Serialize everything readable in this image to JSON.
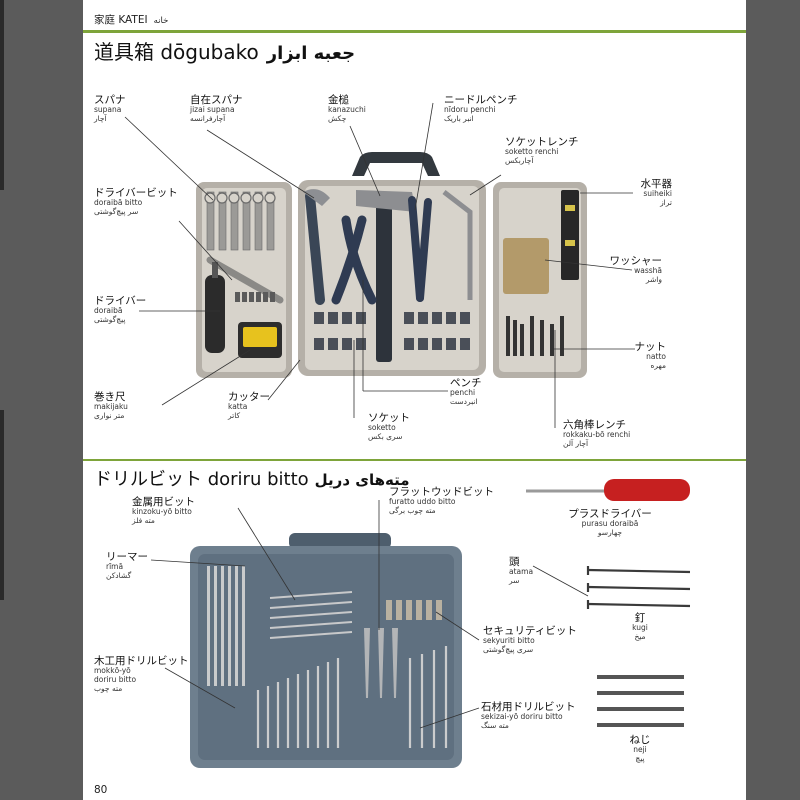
{
  "colors": {
    "page": "#ffffff",
    "background": "#5b5b5b",
    "accent_rule": "#7ea43a",
    "case": "#b7b2ab",
    "tray": "#d8d4cc",
    "drill_case": "#6f7f8d",
    "tool_dark": "#2f3a4a"
  },
  "header": {
    "category_label": "家庭 KATEI",
    "category_farsi": "خانه"
  },
  "section1": {
    "title": "道具箱 dōgubako",
    "title_farsi": "جعبه ابزار"
  },
  "section2": {
    "title": "ドリルビット doriru bitto",
    "title_farsi": "مته‌های دریل"
  },
  "labels": {
    "supana": {
      "jp": "スパナ",
      "romaji": "supana",
      "farsi": "آچار"
    },
    "jizai": {
      "jp": "自在スパナ",
      "romaji": "jizai supana",
      "farsi": "آچارفرانسه"
    },
    "kanazuchi": {
      "jp": "金槌",
      "romaji": "kanazuchi",
      "farsi": "چکش"
    },
    "nidoru": {
      "jp": "ニードルペンチ",
      "romaji": "nīdoru penchi",
      "farsi": "انبر باریک"
    },
    "soketto_renchi": {
      "jp": "ソケットレンチ",
      "romaji": "soketto renchi",
      "farsi": "آچاربکس"
    },
    "doraiba_bitto": {
      "jp": "ドライバービット",
      "romaji": "doraibā bitto",
      "farsi": "سر پیچ‌گوشتی"
    },
    "doraiba": {
      "jp": "ドライバー",
      "romaji": "doraibā",
      "farsi": "پیچ‌گوشتی"
    },
    "makijaku": {
      "jp": "巻き尺",
      "romaji": "makijaku",
      "farsi": "متر نواری"
    },
    "katta": {
      "jp": "カッター",
      "romaji": "katta",
      "farsi": "کاتر"
    },
    "penchi": {
      "jp": "ペンチ",
      "romaji": "penchi",
      "farsi": "انبردست"
    },
    "soketto": {
      "jp": "ソケット",
      "romaji": "soketto",
      "farsi": "سری بکس"
    },
    "rokkaku": {
      "jp": "六角棒レンチ",
      "romaji": "rokkaku-bō renchi",
      "farsi": "آچار آلن"
    },
    "natto": {
      "jp": "ナット",
      "romaji": "natto",
      "farsi": "مهره"
    },
    "wassha": {
      "jp": "ワッシャー",
      "romaji": "wasshā",
      "farsi": "واشر"
    },
    "suiheiki": {
      "jp": "水平器",
      "romaji": "suiheiki",
      "farsi": "تراز"
    },
    "kinzoku": {
      "jp": "金属用ビット",
      "romaji": "kinzoku-yō bitto",
      "farsi": "مته فلز"
    },
    "rima": {
      "jp": "リーマー",
      "romaji": "rīmā",
      "farsi": "گشادکن"
    },
    "mokko": {
      "jp": "木工用ドリルビット",
      "romaji1": "mokkō-yō",
      "romaji2": "doriru bitto",
      "farsi": "مته چوب"
    },
    "furatto": {
      "jp": "フラットウッドビット",
      "romaji": "furatto uddo bitto",
      "farsi": "مته چوب برگی"
    },
    "sekyuriti": {
      "jp": "セキュリティビット",
      "romaji": "sekyuriti bitto",
      "farsi": "سری پیچ‌گوشتی"
    },
    "sekizai": {
      "jp": "石材用ドリルビット",
      "romaji": "sekizai-yō doriru bitto",
      "farsi": "مته سنگ"
    },
    "purasu": {
      "jp": "プラスドライバー",
      "romaji": "purasu doraibā",
      "farsi": "چهارسو"
    },
    "atama": {
      "jp": "頭",
      "romaji": "atama",
      "farsi": "سر"
    },
    "kugi": {
      "jp": "釘",
      "romaji": "kugi",
      "farsi": "میخ"
    },
    "neji": {
      "jp": "ねじ",
      "romaji": "neji",
      "farsi": "پیچ"
    }
  },
  "page_number": "80"
}
